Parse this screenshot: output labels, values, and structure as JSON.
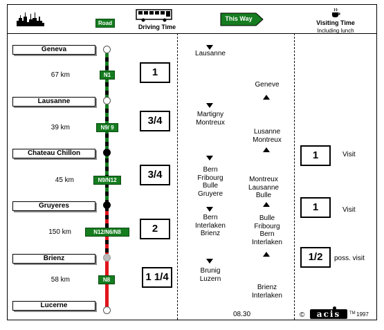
{
  "header": {
    "road_label": "Road",
    "driving_time_label": "Driving Time",
    "this_way_label": "This Way",
    "visiting_time_label": "Visiting Time",
    "visiting_time_sub": "Including lunch"
  },
  "cities": [
    {
      "name": "Geneva",
      "node": "white"
    },
    {
      "name": "Lausanne",
      "node": "white"
    },
    {
      "name": "Chateau Chillon",
      "node": "black"
    },
    {
      "name": "Gruyeres",
      "node": "black"
    },
    {
      "name": "Brienz",
      "node": "grey"
    },
    {
      "name": "Lucerne",
      "node": "white"
    }
  ],
  "legs": [
    {
      "distance": "67 km",
      "road": "N1",
      "time": "1"
    },
    {
      "distance": "39 km",
      "road": "N9/ 9",
      "time": "3/4"
    },
    {
      "distance": "45 km",
      "road": "N9/N12",
      "time": "3/4"
    },
    {
      "distance": "150 km",
      "road": "N12/N6/N8",
      "time": "2"
    },
    {
      "distance": "58 km",
      "road": "N8",
      "time": "1 1/4"
    }
  ],
  "route_colors": {
    "green": "#157c1f",
    "red": "#e0141b",
    "black": "#000000"
  },
  "outbound": [
    {
      "lines": [
        "Lausanne"
      ]
    },
    {
      "lines": [
        "Martigny",
        "Montreux"
      ]
    },
    {
      "lines": [
        "Bern",
        "Fribourg",
        "Bulle",
        "Gruyere"
      ]
    },
    {
      "lines": [
        "Bern",
        "Interlaken",
        "Brienz"
      ]
    },
    {
      "lines": [
        "Brunig",
        "Luzern"
      ]
    }
  ],
  "return": [
    {
      "lines": [
        "Geneve"
      ]
    },
    {
      "lines": [
        "Lusanne",
        "Montreux"
      ]
    },
    {
      "lines": [
        "Montreux",
        "Lausanne",
        "Bulle"
      ]
    },
    {
      "lines": [
        "Bulle",
        "Fribourg",
        "Bern",
        "Interlaken"
      ]
    },
    {
      "lines": [
        "Brienz",
        "Interlaken"
      ]
    }
  ],
  "departure_time": "08.30",
  "visits": [
    {
      "time": "1",
      "label": "Visit"
    },
    {
      "time": "1",
      "label": "Visit"
    },
    {
      "time": "1/2",
      "label": "poss. visit"
    }
  ],
  "footer": {
    "copyright_symbol": "©",
    "logo_text": "acis",
    "trademark": "TM",
    "year": "1997"
  },
  "icons": [
    "city-skyline-icon",
    "bus-icon",
    "this-way-arrow-icon",
    "coffee-cup-icon"
  ]
}
